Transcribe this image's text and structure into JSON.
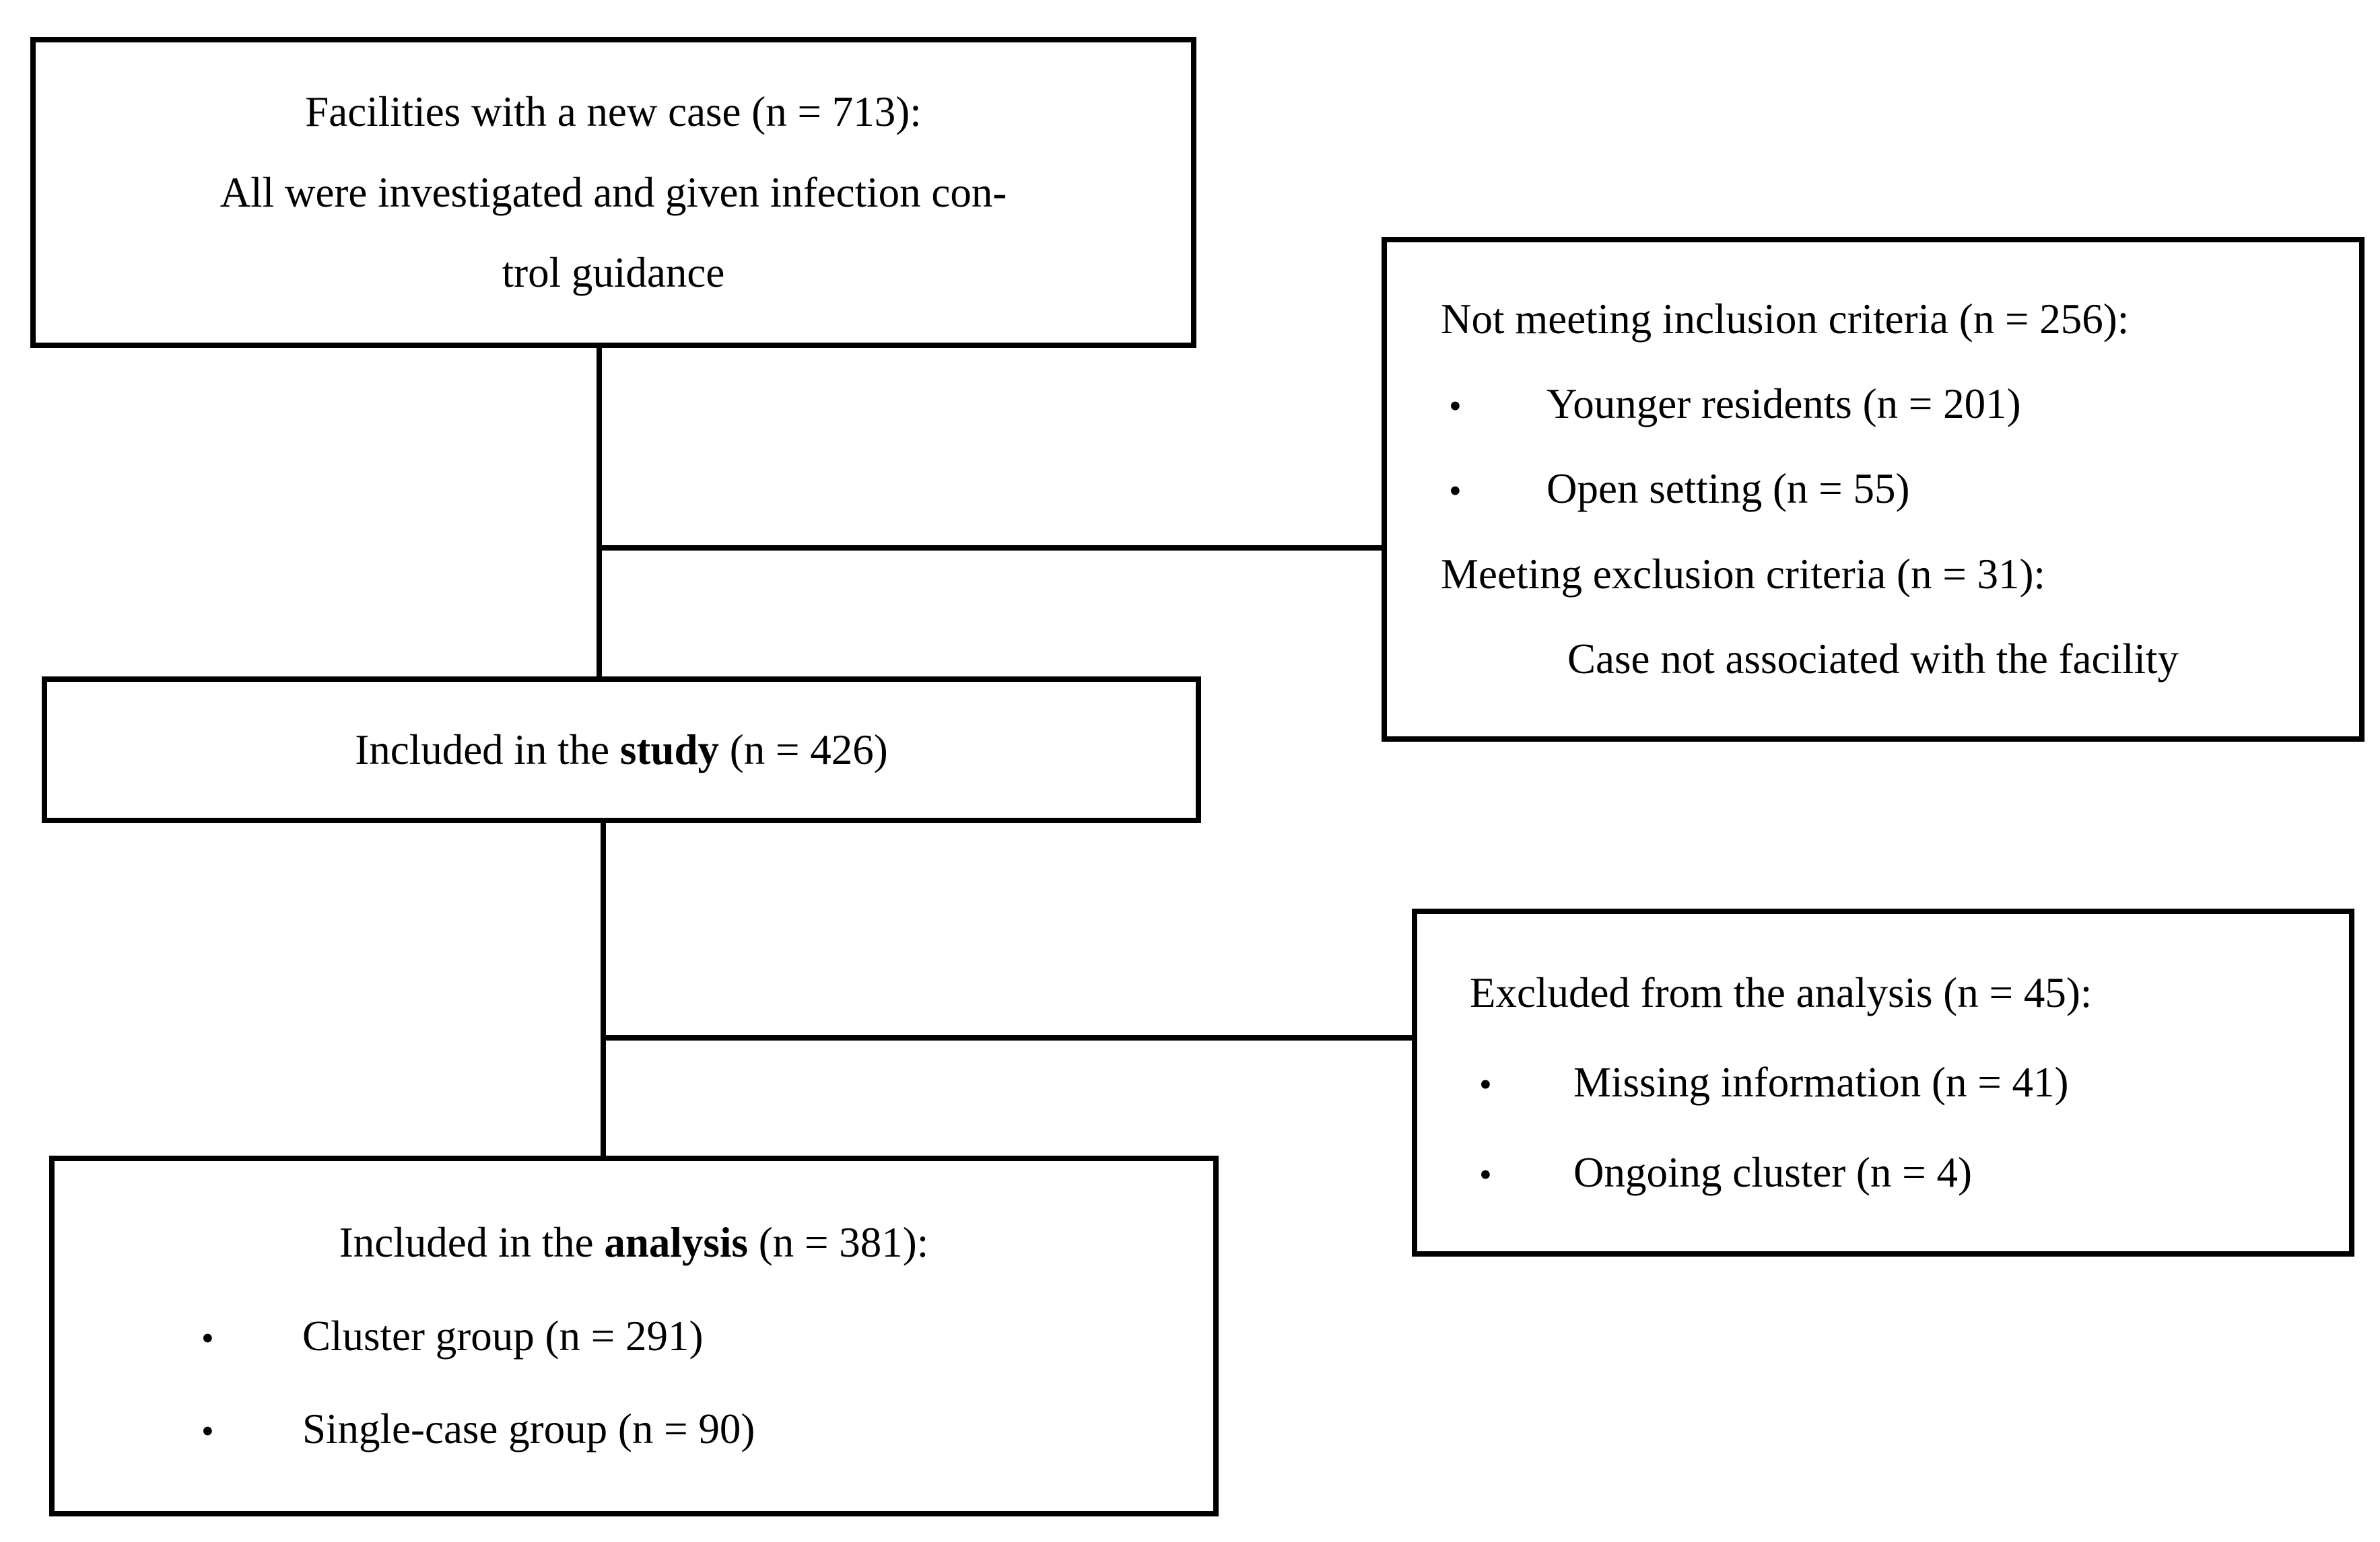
{
  "diagram": {
    "bullet_glyph": "•",
    "colors": {
      "border": "#000000",
      "background": "#ffffff",
      "text": "#000000"
    },
    "facilities": {
      "line1": "Facilities with a new case (n = 713):",
      "line2": "All were investigated and given infection con-",
      "line3": "trol guidance"
    },
    "not_meeting": {
      "heading": "Not meeting inclusion criteria (n = 256):",
      "bullets": [
        "Younger residents (n = 201)",
        "Open setting (n = 55)"
      ],
      "subheading": "Meeting exclusion criteria (n = 31):",
      "note": "Case not associated with the facility"
    },
    "study": {
      "prefix": "Included in the ",
      "bold": "study",
      "suffix": " (n = 426)"
    },
    "excluded": {
      "heading": "Excluded from the analysis (n = 45):",
      "bullets": [
        "Missing information (n = 41)",
        "Ongoing cluster (n = 4)"
      ]
    },
    "analysis": {
      "prefix": "Included in the ",
      "bold": "analysis",
      "suffix": " (n = 381):",
      "bullets": [
        "Cluster group (n = 291)",
        "Single-case group (n = 90)"
      ]
    }
  }
}
